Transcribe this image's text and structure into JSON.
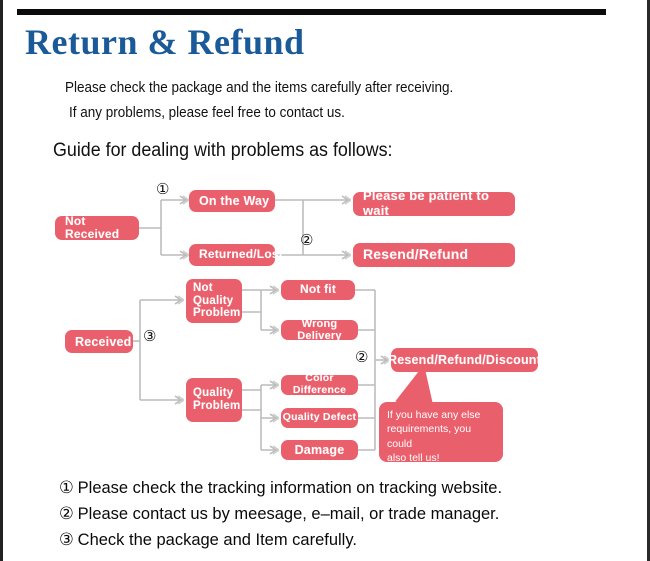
{
  "document": {
    "title": "Return & Refund",
    "intro_lines": [
      "Please check the package and the items carefully after receiving.",
      "If any problems, please feel free to contact us."
    ],
    "guide_heading": "Guide for dealing with problems as follows:"
  },
  "colors": {
    "title_blue": "#1a5a98",
    "node_pink": "#ea5f6c",
    "connector_gray": "#b8b8b8",
    "rule_black": "#0b0b0b",
    "text_black": "#111111"
  },
  "flowchart": {
    "nodes": {
      "not_received": "Not Received",
      "on_the_way": "On the Way",
      "returned_lost": "Returned/Lost",
      "please_wait": "Please be patient to wait",
      "resend_refund": "Resend/Refund",
      "received": "Received",
      "not_quality_problem": "Not\nQuality\nProblem",
      "not_quality_problem_lines": [
        "Not",
        "Quality",
        "Problem"
      ],
      "quality_problem_lines": [
        "Quality",
        "Problem"
      ],
      "not_fit": "Not fit",
      "wrong_delivery": "Wrong Delivery",
      "color_difference": "Color Difference",
      "quality_defect": "Quality Defect",
      "damage": "Damage",
      "resend_refund_discount": "Resend/Refund/Discount"
    },
    "markers": {
      "m1": "①",
      "m2_top": "②",
      "m3": "③",
      "m2_bottom": "②"
    },
    "callout": {
      "line1": "If you have any else",
      "line2": "requirements, you could",
      "line3": "also tell us!"
    }
  },
  "notes": [
    {
      "num": "①",
      "text": "Please check the tracking information on tracking website."
    },
    {
      "num": "②",
      "text": "Please contact us by meesage, e–mail, or trade manager."
    },
    {
      "num": "③",
      "text": "Check the package and Item carefully."
    }
  ]
}
